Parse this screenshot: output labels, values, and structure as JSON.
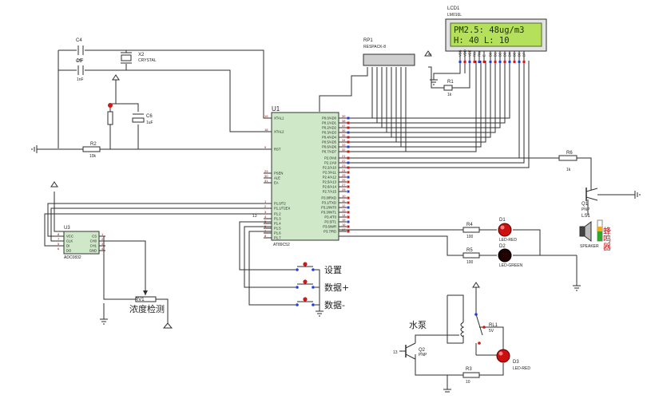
{
  "mcu": {
    "ref": "U1",
    "part": "AT89C52",
    "left_pins": [
      {
        "name": "XTAL1",
        "num": "19"
      },
      {
        "name": "XTAL2",
        "num": "18"
      },
      {
        "name": "RST",
        "num": "9"
      },
      {
        "name": "PSEN",
        "num": "29"
      },
      {
        "name": "ALE",
        "num": "30"
      },
      {
        "name": "EA",
        "num": "31"
      },
      {
        "name": "P1.0/T2",
        "num": "1"
      },
      {
        "name": "P1.1/T2EX",
        "num": "2"
      },
      {
        "name": "P1.2",
        "num": "3"
      },
      {
        "name": "P1.3",
        "num": "4"
      },
      {
        "name": "P1.4",
        "num": "5"
      },
      {
        "name": "P1.5",
        "num": "6"
      },
      {
        "name": "P1.6",
        "num": "7"
      },
      {
        "name": "P1.7",
        "num": "8"
      }
    ],
    "right_pins": [
      {
        "name": "P0.0/AD0",
        "num": "39"
      },
      {
        "name": "P0.1/AD1",
        "num": "38"
      },
      {
        "name": "P0.2/AD2",
        "num": "37"
      },
      {
        "name": "P0.3/AD3",
        "num": "36"
      },
      {
        "name": "P0.4/AD4",
        "num": "35"
      },
      {
        "name": "P0.5/AD5",
        "num": "34"
      },
      {
        "name": "P0.6/AD6",
        "num": "33"
      },
      {
        "name": "P0.7/AD7",
        "num": "32"
      },
      {
        "name": "P2.0/A8",
        "num": "21"
      },
      {
        "name": "P2.1/A9",
        "num": "22"
      },
      {
        "name": "P2.2/A10",
        "num": "23"
      },
      {
        "name": "P2.3/A11",
        "num": "24"
      },
      {
        "name": "P2.4/A12",
        "num": "25"
      },
      {
        "name": "P2.5/A13",
        "num": "26"
      },
      {
        "name": "P2.6/A14",
        "num": "27"
      },
      {
        "name": "P2.7/A15",
        "num": "28"
      },
      {
        "name": "P3.0/RXD",
        "num": "10"
      },
      {
        "name": "P3.1/TXD",
        "num": "11"
      },
      {
        "name": "P3.2/INT0",
        "num": "12"
      },
      {
        "name": "P3.3/INT1",
        "num": "13"
      },
      {
        "name": "P3.4/T0",
        "num": "14"
      },
      {
        "name": "P3.5/T1",
        "num": "15"
      },
      {
        "name": "P3.6/WR",
        "num": "16"
      },
      {
        "name": "P3.7/RD",
        "num": "17"
      }
    ],
    "net_label_13": "13"
  },
  "lcd": {
    "ref": "LCD1",
    "part": "LM016L",
    "line1": "PM2.5:   48ug/m3",
    "line2": "H:  40     L:  10",
    "pins": [
      "VSS",
      "VDD",
      "VEE",
      "RS",
      "RW",
      "E",
      "D0",
      "D1",
      "D2",
      "D3",
      "D4",
      "D5",
      "D6",
      "D7"
    ],
    "screen_color": "#b5e05c"
  },
  "rp1": {
    "ref": "RP1",
    "part": "RESPACK-8"
  },
  "x2": {
    "ref": "X2",
    "part": "CRYSTAL"
  },
  "c4": {
    "ref": "C4",
    "value": "1nF"
  },
  "c5": {
    "ref": "C5",
    "value": "1nF"
  },
  "c6": {
    "ref": "C6",
    "value": "1uF"
  },
  "r1": {
    "ref": "R1",
    "value": "1k"
  },
  "r2": {
    "ref": "R2",
    "value": "10k"
  },
  "r3": {
    "ref": "R3",
    "value": "10"
  },
  "r4": {
    "ref": "R4",
    "value": "100"
  },
  "r5": {
    "ref": "R5",
    "value": "100"
  },
  "r6": {
    "ref": "R6",
    "value": "1k"
  },
  "u3": {
    "ref": "U3",
    "part": "ADC0832",
    "left_pins": [
      "VCC",
      "CLK",
      "DI",
      "DO"
    ],
    "right_pins": [
      "CS",
      "CH0",
      "CH1",
      "GND"
    ],
    "left_nums": [
      "8",
      "7",
      "5",
      "6"
    ],
    "right_nums": [
      "1",
      "2",
      "3",
      "4"
    ]
  },
  "rv1": {
    "ref": "RV1",
    "label": "浓度检测"
  },
  "d1": {
    "ref": "D1",
    "part": "LED-RED"
  },
  "d2": {
    "ref": "D2",
    "part": "LED-GREEN"
  },
  "d3": {
    "ref": "D3",
    "part": "LED-RED"
  },
  "q1": {
    "ref": "Q1",
    "part": "PNP"
  },
  "q2": {
    "ref": "Q2",
    "part": "PNP",
    "net_label": "13"
  },
  "ls1": {
    "ref": "LS1",
    "part": "SPEAKER",
    "label": "蜂鸣器"
  },
  "rl1": {
    "ref": "RL1",
    "value": "5V"
  },
  "pump_label": "水泵",
  "buttons": [
    {
      "label": "设置"
    },
    {
      "label": "数据+"
    },
    {
      "label": "数据-"
    }
  ],
  "colors": {
    "wire": "#2e2e2e",
    "part_red": "#8b0000",
    "chip_fill": "#cfe8c8",
    "led_red": "#cc1010",
    "led_off": "#200000",
    "pin_blue": "#1f3fd6",
    "pin_red": "#d01818"
  }
}
